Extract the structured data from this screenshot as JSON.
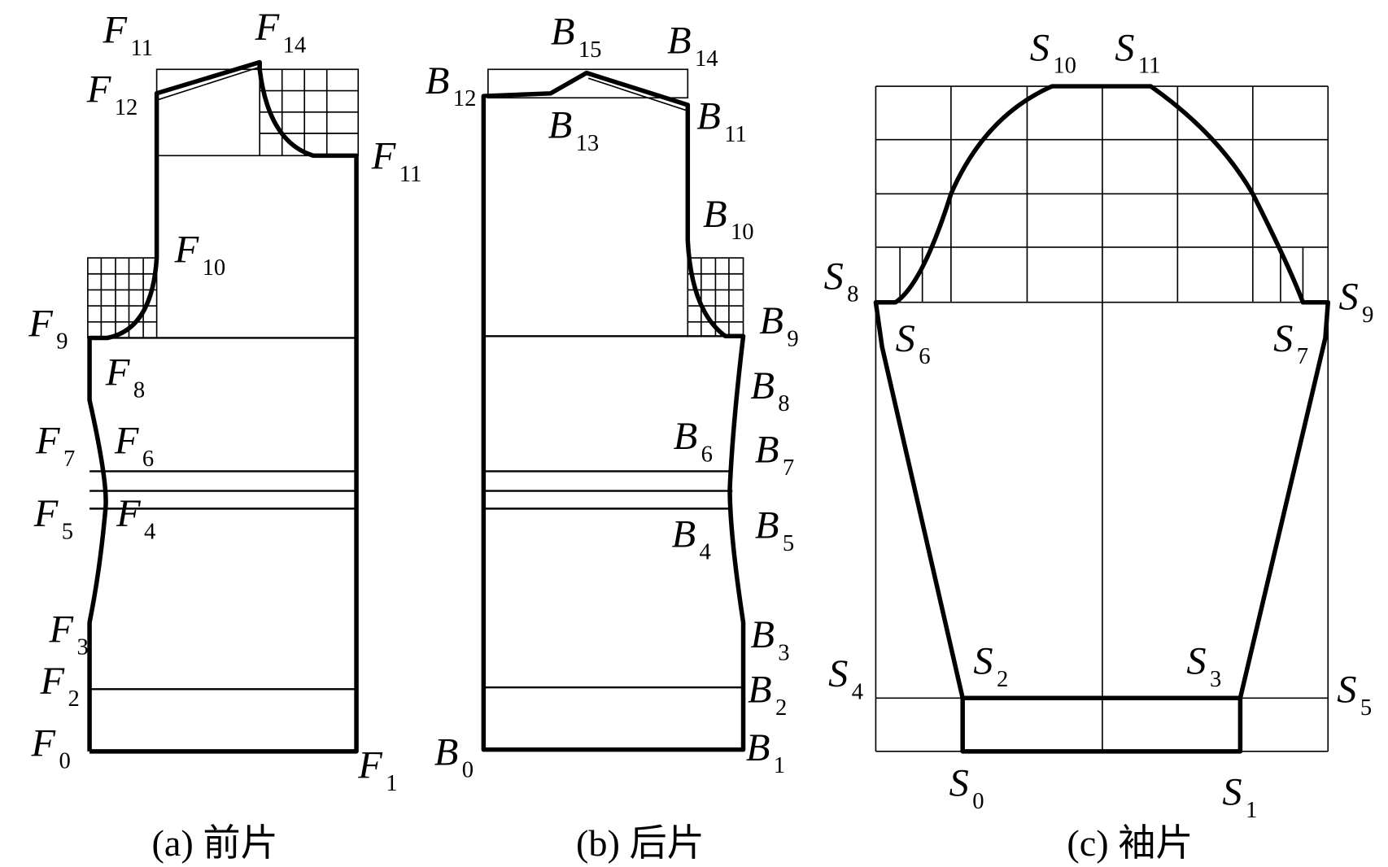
{
  "captions": {
    "a": "(a) 前片",
    "b": "(b) 后片",
    "c": "(c) 袖片"
  },
  "labels": [
    {
      "id": "F11-top",
      "letter": "F",
      "sub": "11"
    },
    {
      "id": "F14",
      "letter": "F",
      "sub": "14"
    },
    {
      "id": "F12",
      "letter": "F",
      "sub": "12"
    },
    {
      "id": "F11-right",
      "letter": "F",
      "sub": "11"
    },
    {
      "id": "F10",
      "letter": "F",
      "sub": "10"
    },
    {
      "id": "F9",
      "letter": "F",
      "sub": "9"
    },
    {
      "id": "F8",
      "letter": "F",
      "sub": "8"
    },
    {
      "id": "F7",
      "letter": "F",
      "sub": "7"
    },
    {
      "id": "F6",
      "letter": "F",
      "sub": "6"
    },
    {
      "id": "F5",
      "letter": "F",
      "sub": "5"
    },
    {
      "id": "F4",
      "letter": "F",
      "sub": "4"
    },
    {
      "id": "F3",
      "letter": "F",
      "sub": "3"
    },
    {
      "id": "F2",
      "letter": "F",
      "sub": "2"
    },
    {
      "id": "F0",
      "letter": "F",
      "sub": "0"
    },
    {
      "id": "F1",
      "letter": "F",
      "sub": "1"
    },
    {
      "id": "B15",
      "letter": "B",
      "sub": "15"
    },
    {
      "id": "B14",
      "letter": "B",
      "sub": "14"
    },
    {
      "id": "B12",
      "letter": "B",
      "sub": "12"
    },
    {
      "id": "B13",
      "letter": "B",
      "sub": "13"
    },
    {
      "id": "B11",
      "letter": "B",
      "sub": "11"
    },
    {
      "id": "B10",
      "letter": "B",
      "sub": "10"
    },
    {
      "id": "B9",
      "letter": "B",
      "sub": "9"
    },
    {
      "id": "B8",
      "letter": "B",
      "sub": "8"
    },
    {
      "id": "B6",
      "letter": "B",
      "sub": "6"
    },
    {
      "id": "B7",
      "letter": "B",
      "sub": "7"
    },
    {
      "id": "B4",
      "letter": "B",
      "sub": "4"
    },
    {
      "id": "B5",
      "letter": "B",
      "sub": "5"
    },
    {
      "id": "B3",
      "letter": "B",
      "sub": "3"
    },
    {
      "id": "B2",
      "letter": "B",
      "sub": "2"
    },
    {
      "id": "B0",
      "letter": "B",
      "sub": "0"
    },
    {
      "id": "B1",
      "letter": "B",
      "sub": "1"
    },
    {
      "id": "S10",
      "letter": "S",
      "sub": "10"
    },
    {
      "id": "S11",
      "letter": "S",
      "sub": "11"
    },
    {
      "id": "S8",
      "letter": "S",
      "sub": "8"
    },
    {
      "id": "S9",
      "letter": "S",
      "sub": "9"
    },
    {
      "id": "S6",
      "letter": "S",
      "sub": "6"
    },
    {
      "id": "S7",
      "letter": "S",
      "sub": "7"
    },
    {
      "id": "S4",
      "letter": "S",
      "sub": "4"
    },
    {
      "id": "S2",
      "letter": "S",
      "sub": "2"
    },
    {
      "id": "S3",
      "letter": "S",
      "sub": "3"
    },
    {
      "id": "S5",
      "letter": "S",
      "sub": "5"
    },
    {
      "id": "S0",
      "letter": "S",
      "sub": "0"
    },
    {
      "id": "S1",
      "letter": "S",
      "sub": "1"
    }
  ]
}
